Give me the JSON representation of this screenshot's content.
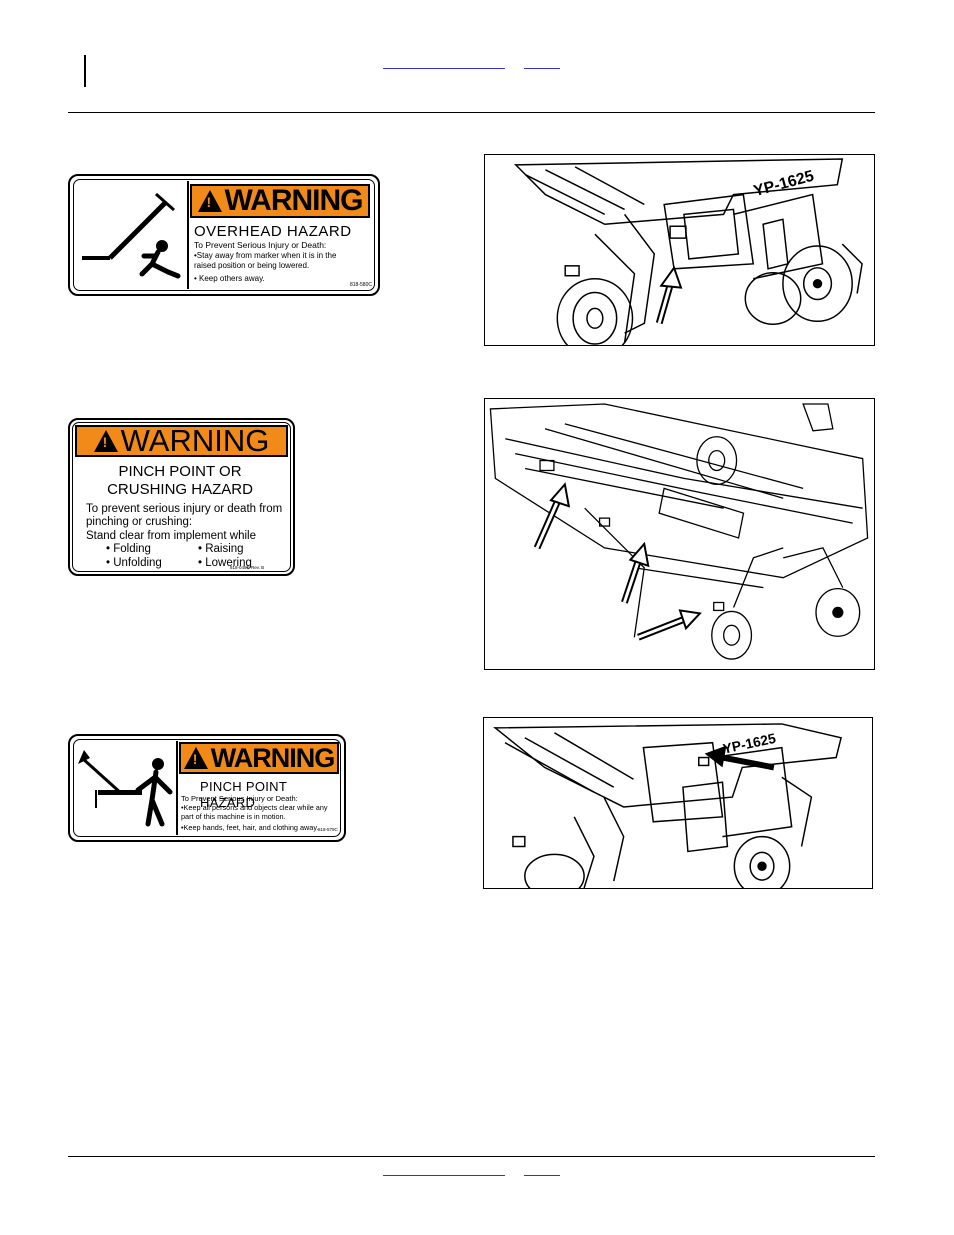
{
  "decals": [
    {
      "banner": "WARNING",
      "title": "OVERHEAD HAZARD",
      "lead": "To Prevent Serious Injury or Death:",
      "bullet1": "•Stay away from marker when it is in the raised position or being lowered.",
      "bullet2": "• Keep others away.",
      "code": "818-580C"
    },
    {
      "banner": "WARNING",
      "title": "PINCH POINT OR CRUSHING HAZARD",
      "body": "To prevent serious injury or death from pinching or crushing:",
      "stand": "Stand clear from implement while",
      "items": [
        "• Folding",
        "• Raising",
        "• Unfolding",
        "• Lowering"
      ],
      "code": "818-045C Rev. B"
    },
    {
      "banner": "WARNING",
      "title": "PINCH POINT HAZARD",
      "lead": "To Prevent Serious Injury or Death:",
      "bullet1": "•Keep all persons and objects clear while any part of this machine is in motion.",
      "bullet2": "•Keep hands, feet, hair, and clothing away.",
      "code": "818-579C"
    }
  ],
  "photos": [
    {
      "label": "YP-1625"
    },
    {
      "label": ""
    },
    {
      "label": "YP-1625"
    }
  ]
}
